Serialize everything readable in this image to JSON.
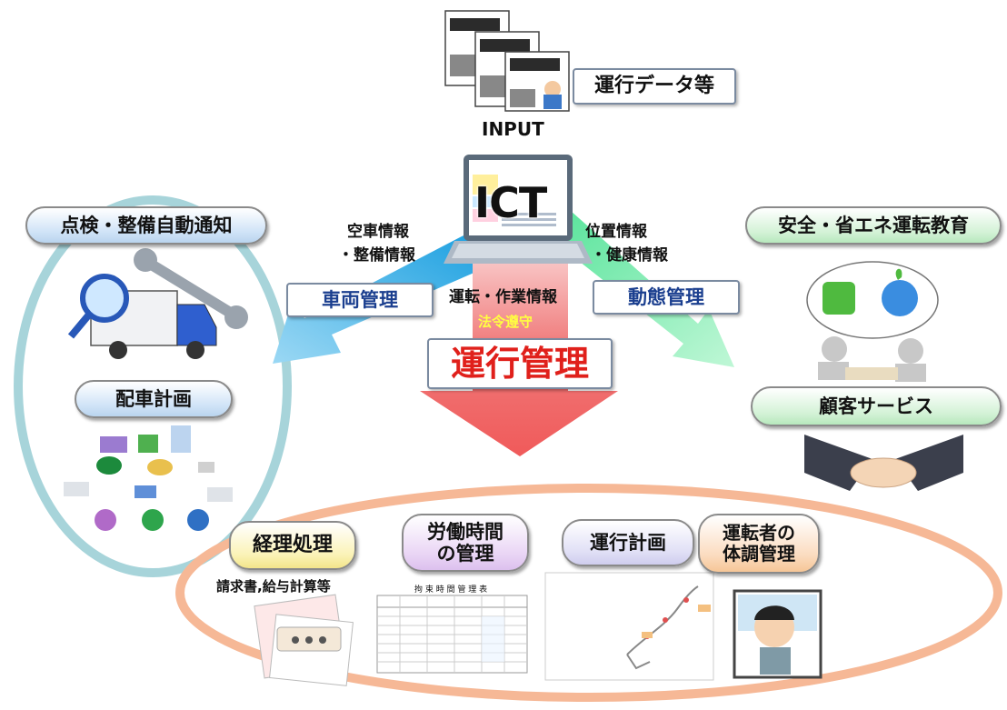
{
  "top": {
    "data_label": "運行データ等",
    "input_label": "INPUT"
  },
  "center": {
    "ict_label": "ICT",
    "left_info": [
      "空車情報",
      "・整備情報"
    ],
    "right_info": [
      "位置情報",
      "・健康情報"
    ],
    "center_info": "運転・作業情報",
    "compliance": "法令遵守",
    "main_title": "運行管理"
  },
  "arrows": {
    "left_label": "車両管理",
    "right_label": "動態管理"
  },
  "left_group": {
    "inspection": "点検・整備自動通知",
    "dispatch": "配車計画"
  },
  "right_group": {
    "safety": "安全・省エネ運転教育",
    "customer": "顧客サービス"
  },
  "bottom_group": {
    "accounting": "経理処理",
    "accounting_sub": "請求書,給与計算等",
    "labor": [
      "労働時間",
      "の管理"
    ],
    "plan": "運行計画",
    "health": [
      "運転者の",
      "体調管理"
    ],
    "sheet_title": "拘 束 時 間 管 理 表"
  },
  "colors": {
    "blue_arrow": "#6ec3ec",
    "green_arrow": "#8ef0b8",
    "red_arrow": "#f26a6a",
    "main_title_red": "#e0201b",
    "compliance_yellow": "#ffff40",
    "left_ellipse": "#9fd1d8",
    "bottom_ellipse": "#f6b48f"
  }
}
